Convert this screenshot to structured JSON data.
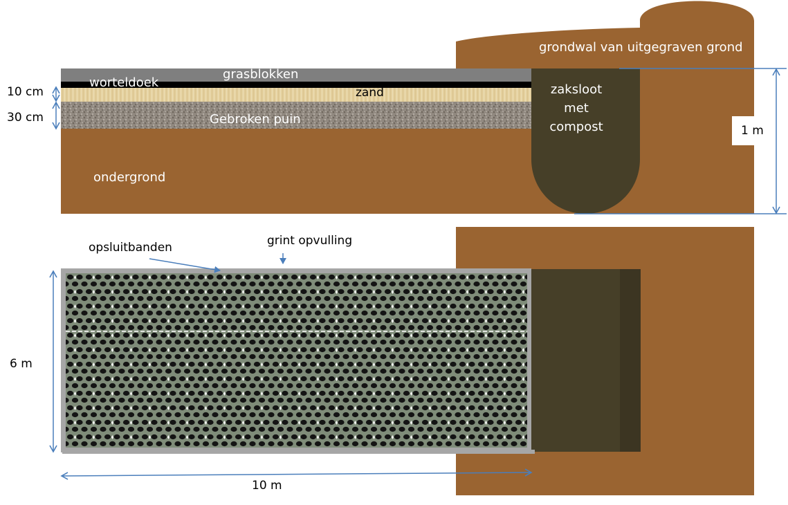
{
  "cross_section": {
    "grasblokken": "grasblokken",
    "worteldoek": "worteldoek",
    "zand": "zand",
    "gebroken_puin": "Gebroken puin",
    "ondergrond": "ondergrond",
    "zaksloot": [
      "zaksloot",
      "met",
      "compost"
    ],
    "grondwal": "grondwal van uitgegraven grond",
    "dim_sand": "10 cm",
    "dim_puin": "30 cm",
    "dim_depth": "1 m"
  },
  "plan_view": {
    "opsluitbanden": "opsluitbanden",
    "grint": "grint opvulling",
    "width": "6 m",
    "length": "10 m"
  },
  "colors": {
    "soil": "#9a6431",
    "ditch": "#463f28",
    "grass_blocks": "#7f7f7f",
    "sand": "#e3cf9c",
    "rubble": "#8f877e",
    "arrow": "#4a7ebb",
    "grid_green": "#7d8a78",
    "curb_grey": "#a6a6a6"
  }
}
